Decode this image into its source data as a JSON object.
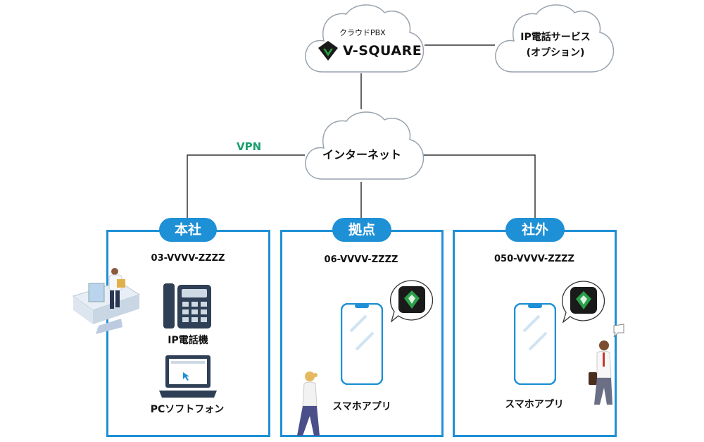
{
  "pbx": {
    "caption": "クラウドPBX",
    "brand": "V-SQUARE"
  },
  "ip_service": {
    "line1": "IP電話サービス",
    "line2": "(オプション)"
  },
  "internet": {
    "label": "インターネット"
  },
  "vpn_label": "VPN",
  "sites": [
    {
      "tab": "本社",
      "number": "03-VVVV-ZZZZ",
      "devices": [
        "IP電話機",
        "PCソフトフォン"
      ]
    },
    {
      "tab": "拠点",
      "number": "06-VVVV-ZZZZ",
      "devices": [
        "スマホアプリ"
      ]
    },
    {
      "tab": "社外",
      "number": "050-VVVV-ZZZZ",
      "devices": [
        "スマホアプリ"
      ]
    }
  ],
  "colors": {
    "accent": "#1e90d6",
    "vpn": "#19a06e",
    "line": "#333333",
    "logo_green": "#2aa048"
  },
  "icons": [
    "desk-worker-icon",
    "desk-phone-icon",
    "laptop-icon",
    "smartphone-icon",
    "app-bubble-icon",
    "walking-woman-icon",
    "walking-man-icon"
  ]
}
